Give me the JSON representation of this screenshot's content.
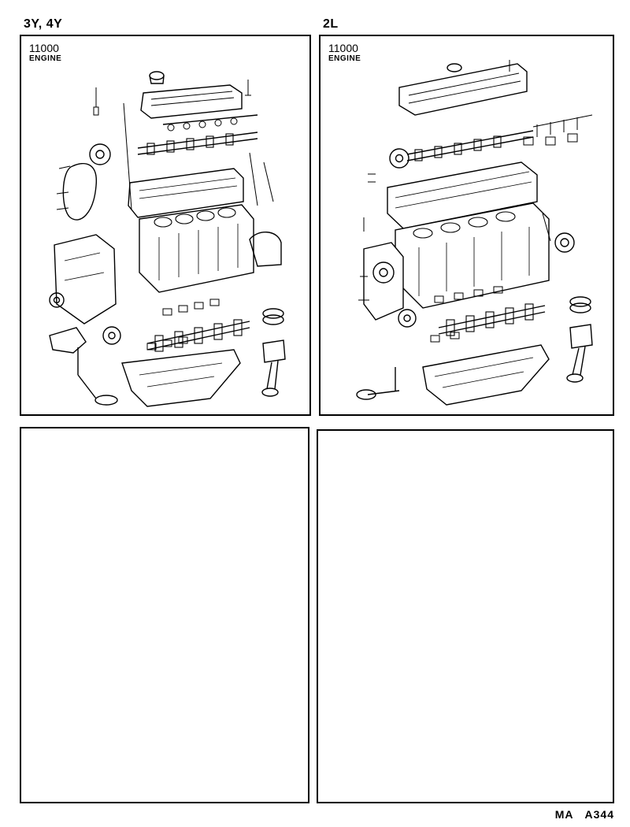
{
  "left_section": {
    "header": "3Y, 4Y",
    "part_code": "11000",
    "part_name": "ENGINE"
  },
  "right_section": {
    "header": "2L",
    "part_code": "11000",
    "part_name": "ENGINE"
  },
  "footer": {
    "code_a": "MA",
    "code_b": "A344"
  }
}
